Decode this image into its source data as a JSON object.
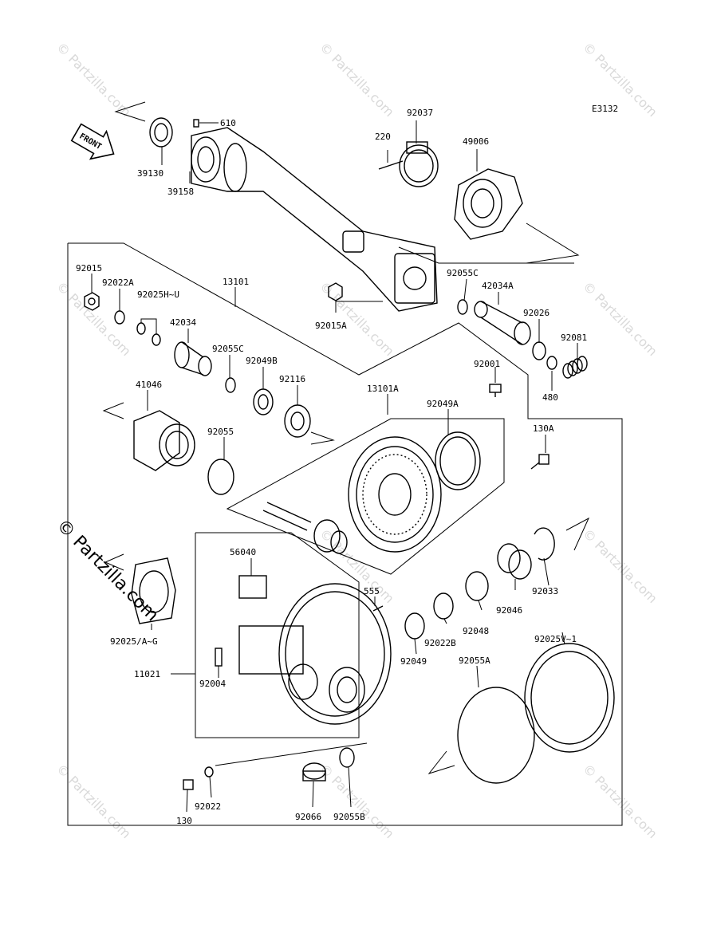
{
  "diagram_code": "E3132",
  "front_label": "FRONT",
  "watermark_text": "© Partzilla.com",
  "side_watermark": "© Partzilla.com",
  "parts": {
    "p610": "610",
    "p39130": "39130",
    "p39158": "39158",
    "p220": "220",
    "p92037": "92037",
    "p49006": "49006",
    "p92015": "92015",
    "p92022A": "92022A",
    "p92025HU": "92025H~U",
    "p13101": "13101",
    "p42034": "42034",
    "p92015A": "92015A",
    "p92055C_a": "92055C",
    "p42034A": "42034A",
    "p92026": "92026",
    "p92081": "92081",
    "p480": "480",
    "p92055C_b": "92055C",
    "p92049B": "92049B",
    "p92116": "92116",
    "p41046": "41046",
    "p92001": "92001",
    "p13101A": "13101A",
    "p92049A": "92049A",
    "p92055": "92055",
    "p130A": "130A",
    "p56040": "56040",
    "p555": "555",
    "p92033": "92033",
    "p92046": "92046",
    "p92048": "92048",
    "p92022B": "92022B",
    "p92049": "92049",
    "p92025AG": "92025/A~G",
    "p92025V1": "92025V~1",
    "p11021": "11021",
    "p92004": "92004",
    "p92055A": "92055A",
    "p92022": "92022",
    "p130": "130",
    "p92066": "92066",
    "p92055B": "92055B"
  }
}
